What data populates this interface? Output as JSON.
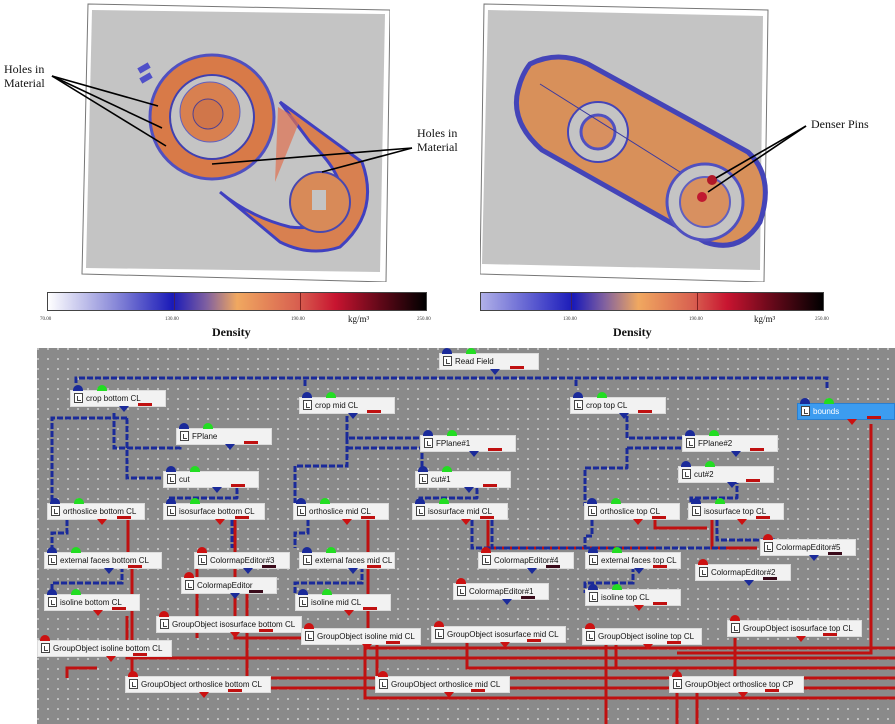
{
  "visualizations": [
    {
      "id": "left",
      "annotations": [
        {
          "text_line1": "Holes in",
          "text_line2": "Material"
        },
        {
          "text_line1": "Holes in",
          "text_line2": "Material"
        }
      ],
      "colorbar": {
        "ticks": [
          "70.00",
          "130.00",
          "190.00",
          "250.00"
        ],
        "unit": "kg/m³",
        "title": "Density"
      }
    },
    {
      "id": "right",
      "annotations": [
        {
          "text_line1": "Denser Pins",
          "text_line2": ""
        }
      ],
      "colorbar": {
        "ticks": [
          "130.00",
          "190.00",
          "250.00"
        ],
        "unit": "kg/m³",
        "title": "Density"
      }
    }
  ],
  "colormap": {
    "stops": [
      "#ffffff",
      "#1a1aa8",
      "#f0a860",
      "#c81430",
      "#000000"
    ],
    "background": "#c0c0c0"
  },
  "network": {
    "background": "#8a8a8a",
    "wire_colors": {
      "field": "#1a2a9a",
      "render": "#c01010"
    },
    "nodes": [
      {
        "id": "read-field",
        "label": "Read Field"
      },
      {
        "id": "crop-bottom",
        "label": "crop bottom CL"
      },
      {
        "id": "crop-mid",
        "label": "crop mid CL"
      },
      {
        "id": "crop-top",
        "label": "crop top CL"
      },
      {
        "id": "bounds",
        "label": "bounds",
        "selected": true
      },
      {
        "id": "fplane",
        "label": "FPlane"
      },
      {
        "id": "fplane1",
        "label": "FPlane#1"
      },
      {
        "id": "fplane2",
        "label": "FPlane#2"
      },
      {
        "id": "cut",
        "label": "cut"
      },
      {
        "id": "cut1",
        "label": "cut#1"
      },
      {
        "id": "cut2",
        "label": "cut#2"
      },
      {
        "id": "ortho-bottom",
        "label": "orthoslice bottom CL"
      },
      {
        "id": "iso-bottom",
        "label": "isosurface bottom CL"
      },
      {
        "id": "ortho-mid",
        "label": "orthoslice mid CL"
      },
      {
        "id": "iso-mid",
        "label": "isosurface mid CL"
      },
      {
        "id": "ortho-top",
        "label": "orthoslice top CL"
      },
      {
        "id": "iso-top",
        "label": "isosurface top CL"
      },
      {
        "id": "ext-bottom",
        "label": "external faces bottom CL"
      },
      {
        "id": "cme3",
        "label": "ColormapEditor#3"
      },
      {
        "id": "cme",
        "label": "ColormapEditor"
      },
      {
        "id": "ext-mid",
        "label": "external faces mid CL"
      },
      {
        "id": "cme4",
        "label": "ColormapEditor#4"
      },
      {
        "id": "cme1",
        "label": "ColormapEditor#1"
      },
      {
        "id": "ext-top",
        "label": "external faces top CL"
      },
      {
        "id": "cme5",
        "label": "ColormapEditor#5"
      },
      {
        "id": "cme2",
        "label": "ColormapEditor#2"
      },
      {
        "id": "isoline-bottom",
        "label": "isoline bottom CL"
      },
      {
        "id": "isoline-mid",
        "label": "isoline mid CL"
      },
      {
        "id": "isoline-top",
        "label": "isoline top CL"
      },
      {
        "id": "go-iso-bottom",
        "label": "GroupObject isosurface bottom CL"
      },
      {
        "id": "go-isoline-mid",
        "label": "GroupObject isoline mid CL"
      },
      {
        "id": "go-iso-mid",
        "label": "GroupObject isosurface mid CL"
      },
      {
        "id": "go-isoline-top",
        "label": "GroupObject isoline top CL"
      },
      {
        "id": "go-iso-top",
        "label": "GroupObject isosurface top CL"
      },
      {
        "id": "go-isoline-bottom",
        "label": "GroupObject isoline bottom CL"
      },
      {
        "id": "go-ortho-bottom",
        "label": "GroupObject orthoslice bottom CL"
      },
      {
        "id": "go-ortho-mid",
        "label": "GroupObject orthoslice mid CL"
      },
      {
        "id": "go-ortho-top",
        "label": "GroupObject orthoslice top CP"
      }
    ]
  }
}
